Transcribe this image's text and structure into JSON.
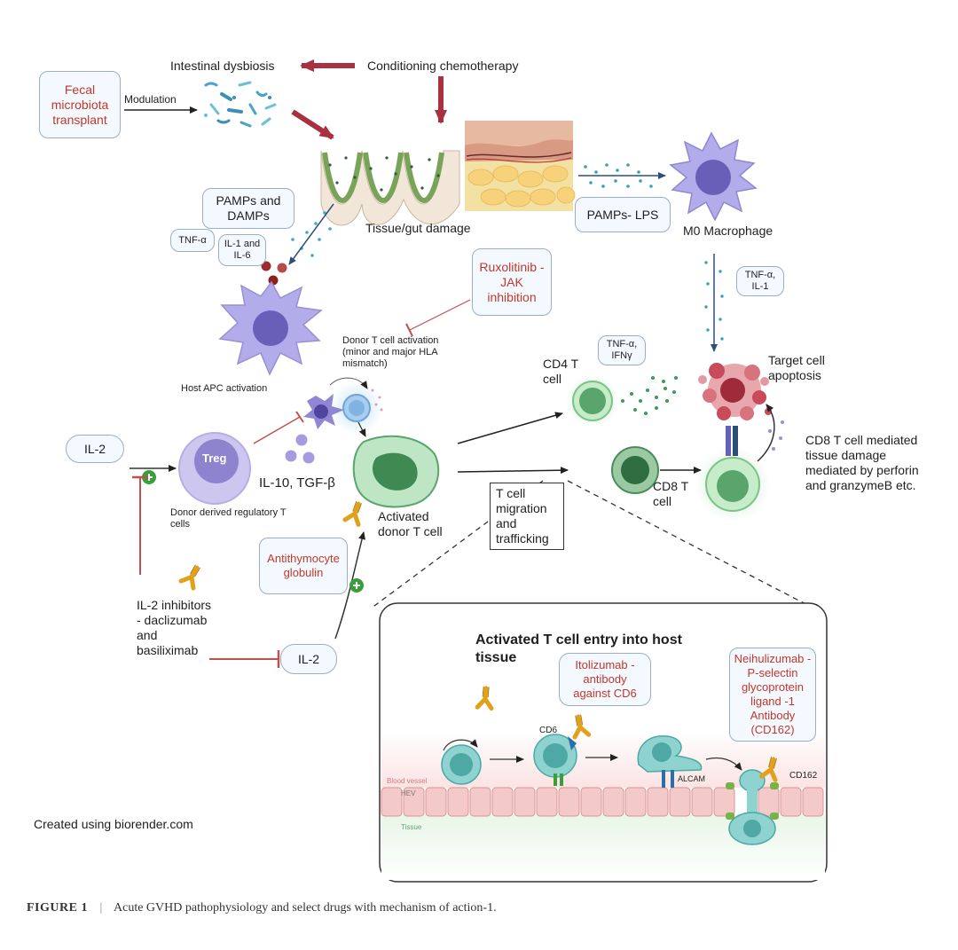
{
  "labels": {
    "conditioning": "Conditioning chemotherapy",
    "dysbiosis": "Intestinal dysbiosis",
    "fmt": "Fecal microbiota transplant",
    "modulation": "Modulation",
    "tissue_damage": "Tissue/gut damage",
    "pamps_damps": "PAMPs and DAMPs",
    "tnf_alpha": "TNF-α",
    "il1_il6": "IL-1 and IL-6",
    "pamps_lps": "PAMPs- LPS",
    "m0_macrophage": "M0 Macrophage",
    "tnf_il1": "TNF-α, IL-1",
    "ruxolitinib": "Ruxolitinib - JAK inhibition",
    "donor_t_activation": "Donor T cell activation (minor and major HLA mismatch)",
    "host_apc": "Host APC activation",
    "il2_left": "IL-2",
    "treg": "Treg",
    "donor_treg": "Donor derived regulatory T cells",
    "il10_tgfb": "IL-10, TGF-β",
    "activated_donor": "Activated donor T cell",
    "atg": "Antithymocyte globulin",
    "il2_inhibitors": "IL-2 inhibitors - daclizumab and basiliximab",
    "il2_bottom": "IL-2",
    "cd4": "CD4 T cell",
    "tnf_ifn": "TNF-α, IFNγ",
    "target_apoptosis": "Target cell apoptosis",
    "cd8": "CD8 T cell",
    "cd8_mediated": "CD8 T cell mediated tissue damage mediated by perforin and granzymeB etc.",
    "migration": "T cell migration and trafficking",
    "created": "Created using biorender.com"
  },
  "inset": {
    "title": "Activated T cell entry into host tissue",
    "itolizumab": "Itolizumab - antibody against CD6",
    "neihulizumab": "Neihulizumab -P-selectin glycoprotein ligand -1 Antibody (CD162)",
    "cd6": "CD6",
    "alcam": "ALCAM",
    "cd162": "CD162",
    "blood_vessel": "Blood vessel",
    "hev": "HEV",
    "tissue": "Tissue"
  },
  "caption": {
    "figure_label": "FIGURE 1",
    "separator": "|",
    "text": "Acute GVHD pathophysiology and select drugs with mechanism of action-1."
  },
  "colors": {
    "arrow_red": "#a8303f",
    "inhibit_red": "#c0504d",
    "drug_text": "#c0392b",
    "box_border": "#9aaec9",
    "t_cell_green": "#5aa56b",
    "apc_purple": "#9b8fcf",
    "macrophage_purple": "#8f86d4",
    "treg_purple": "#8d83cf",
    "target_red": "#c94a5a",
    "antibody_gold": "#e0a21b",
    "inset_cell_teal": "#5dbdbb"
  }
}
